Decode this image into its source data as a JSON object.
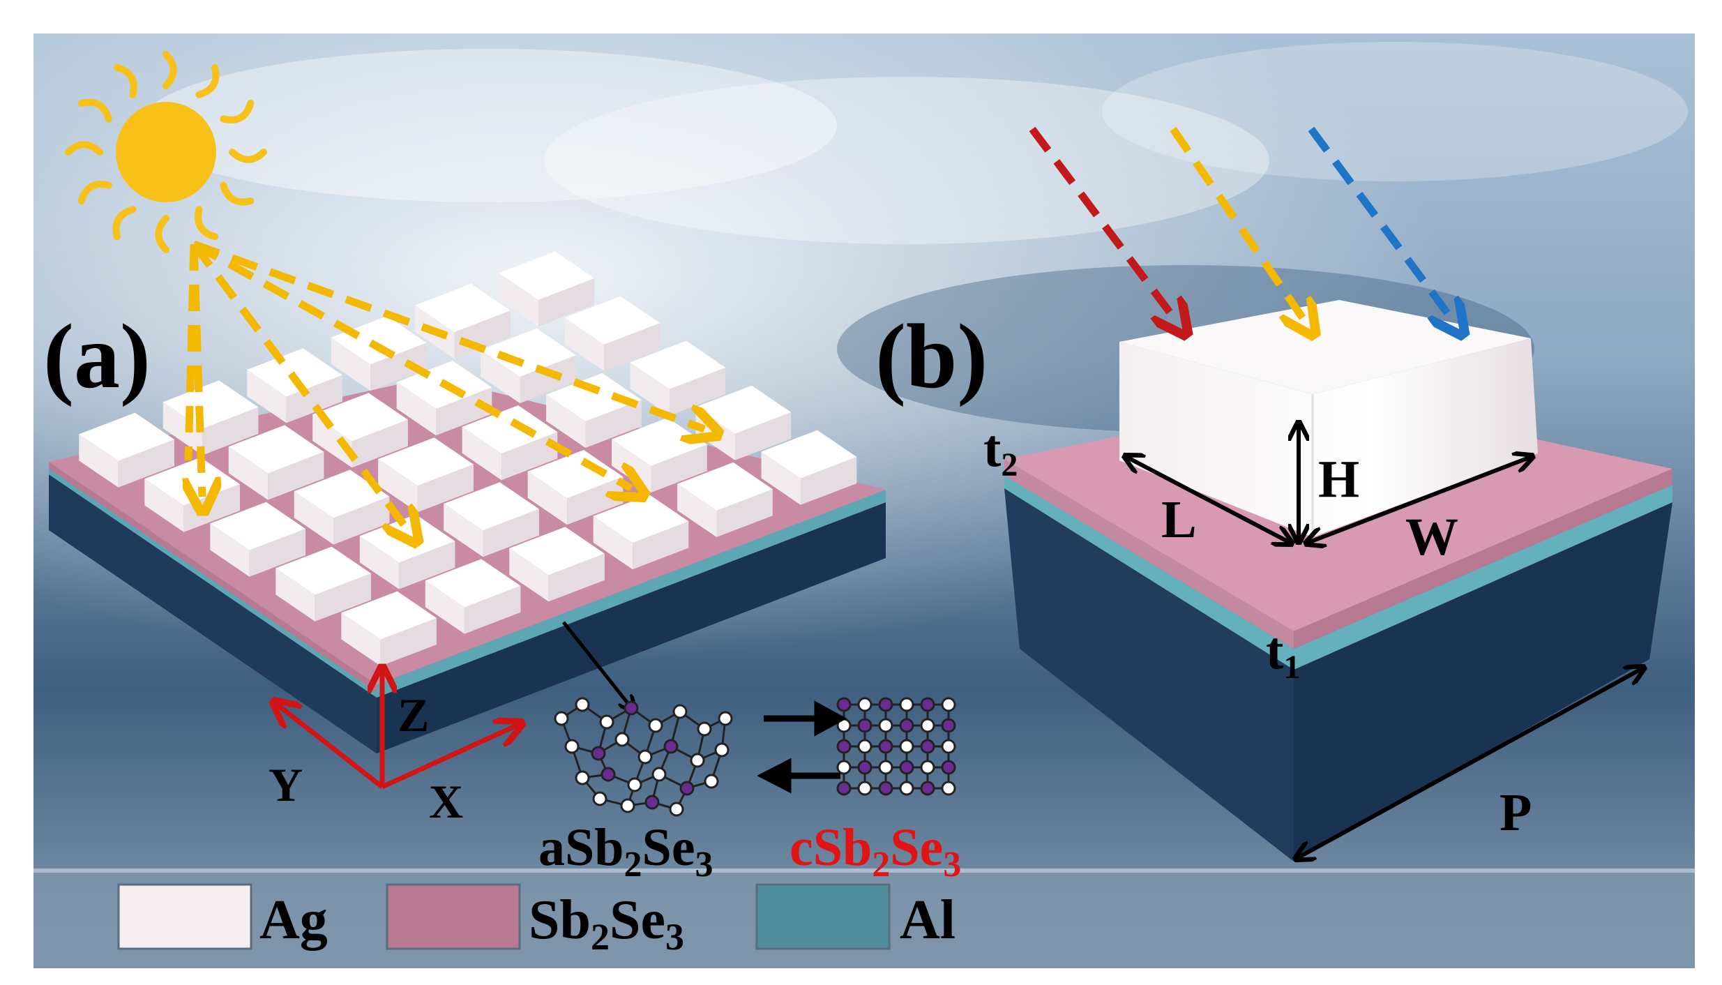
{
  "panels": {
    "a": {
      "label": "(a)"
    },
    "b": {
      "label": "(b)"
    }
  },
  "axes": {
    "x": "X",
    "y": "Y",
    "z": "Z"
  },
  "dimensions": {
    "length": "L",
    "width": "W",
    "height": "H",
    "period": "P",
    "t1_base": "t",
    "t1_sub": "1",
    "t2_base": "t",
    "t2_sub": "2"
  },
  "phase": {
    "amorphous": {
      "prefix": "aSb",
      "sub1": "2",
      "mid": "Se",
      "sub2": "3"
    },
    "crystalline": {
      "prefix": "cSb",
      "sub1": "2",
      "mid": "Se",
      "sub2": "3"
    }
  },
  "legend": {
    "ag": "Ag",
    "sb": {
      "prefix": "Sb",
      "sub1": "2",
      "mid": "Se",
      "sub2": "3"
    },
    "al": "Al"
  },
  "colors": {
    "ag": "#f5eef0",
    "sb2se3": "#b77a92",
    "al": "#4f8f9b",
    "substrate": "#203a5c",
    "sun": "#f7c11a",
    "ray_red": "#c21a1a",
    "ray_yellow": "#f5b800",
    "ray_blue": "#1f74c8",
    "axis_red": "#d11414",
    "crystal_text": "#e01414"
  },
  "icons": {
    "sun": "sun-icon",
    "amorphous": "amorphous-lattice-icon",
    "crystalline": "crystalline-lattice-icon"
  }
}
